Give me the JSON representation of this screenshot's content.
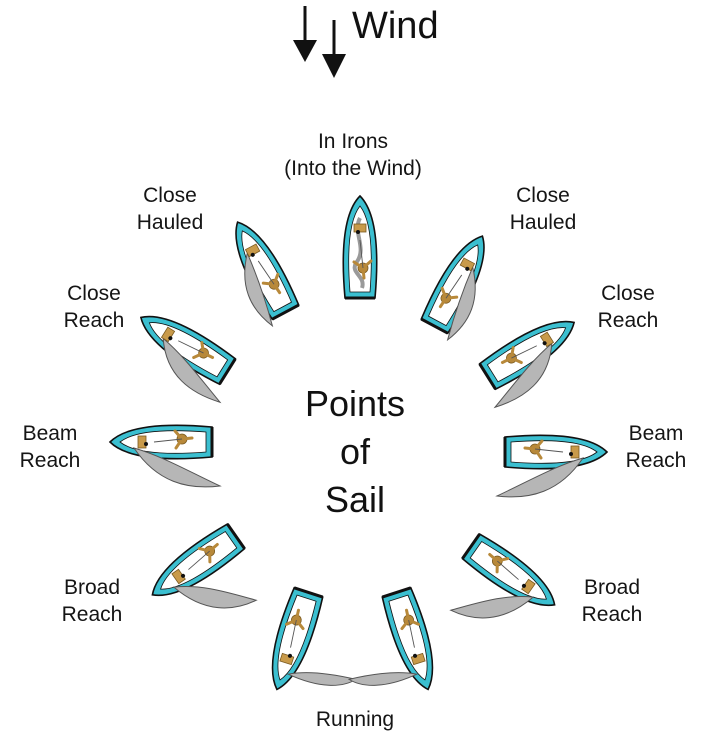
{
  "wind": {
    "label": "Wind"
  },
  "title": {
    "line1": "Points",
    "line2": "of",
    "line3": "Sail"
  },
  "points": {
    "in_irons": {
      "line1": "In Irons",
      "line2": "(Into the Wind)"
    },
    "close_hauled_left": {
      "line1": "Close",
      "line2": "Hauled"
    },
    "close_hauled_right": {
      "line1": "Close",
      "line2": "Hauled"
    },
    "close_reach_left": {
      "line1": "Close",
      "line2": "Reach"
    },
    "close_reach_right": {
      "line1": "Close",
      "line2": "Reach"
    },
    "beam_reach_left": {
      "line1": "Beam",
      "line2": "Reach"
    },
    "beam_reach_right": {
      "line1": "Beam",
      "line2": "Reach"
    },
    "broad_reach_left": {
      "line1": "Broad",
      "line2": "Reach"
    },
    "broad_reach_right": {
      "line1": "Broad",
      "line2": "Reach"
    },
    "running": {
      "line1": "Running"
    }
  },
  "colors": {
    "hull": "#3bbfd0",
    "deck": "#ffffff",
    "outline": "#111111",
    "sail": "#b6b6b6",
    "sailor": "#b8893a",
    "arrow": "#111111"
  }
}
